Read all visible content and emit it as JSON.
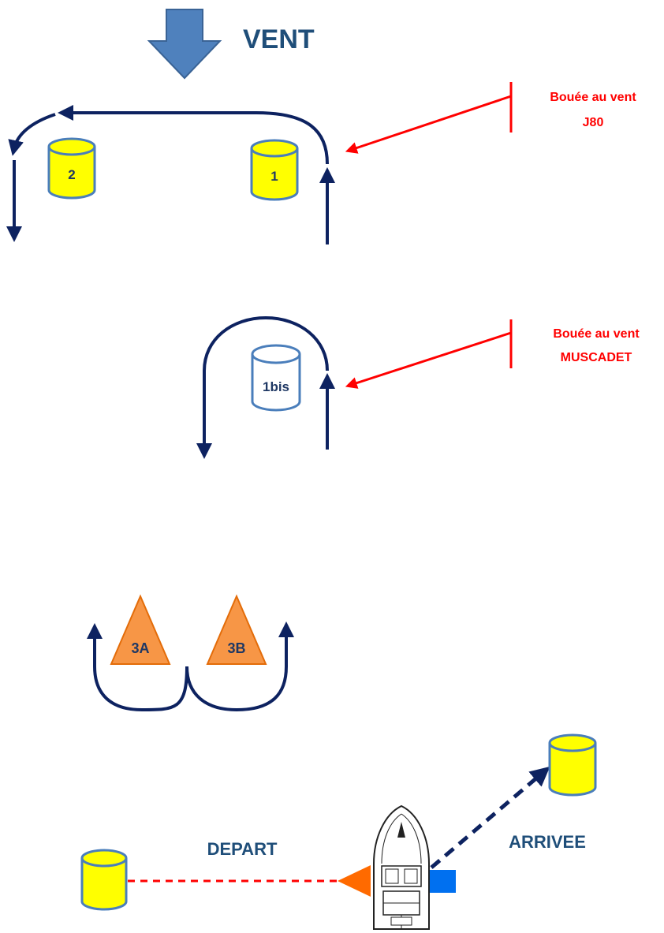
{
  "wind": {
    "label": "VENT"
  },
  "buoys": {
    "mark1": "1",
    "mark2": "2",
    "mark1bis": "1bis",
    "mark3a": "3A",
    "mark3b": "3B"
  },
  "annotations": {
    "j80_line1": "Bouée au vent",
    "j80_line2": "J80",
    "muscadet_line1": "Bouée au vent",
    "muscadet_line2": "MUSCADET"
  },
  "lines": {
    "start": "DEPART",
    "finish": "ARRIVEE"
  },
  "colors": {
    "navy": "#0d2260",
    "yellow": "#ffff00",
    "buoy_stroke": "#4a7ebb",
    "orange": "#f79646",
    "red": "#ff0000",
    "wind_arrow": "#4f81bd",
    "blue_flag": "#0070f0"
  }
}
